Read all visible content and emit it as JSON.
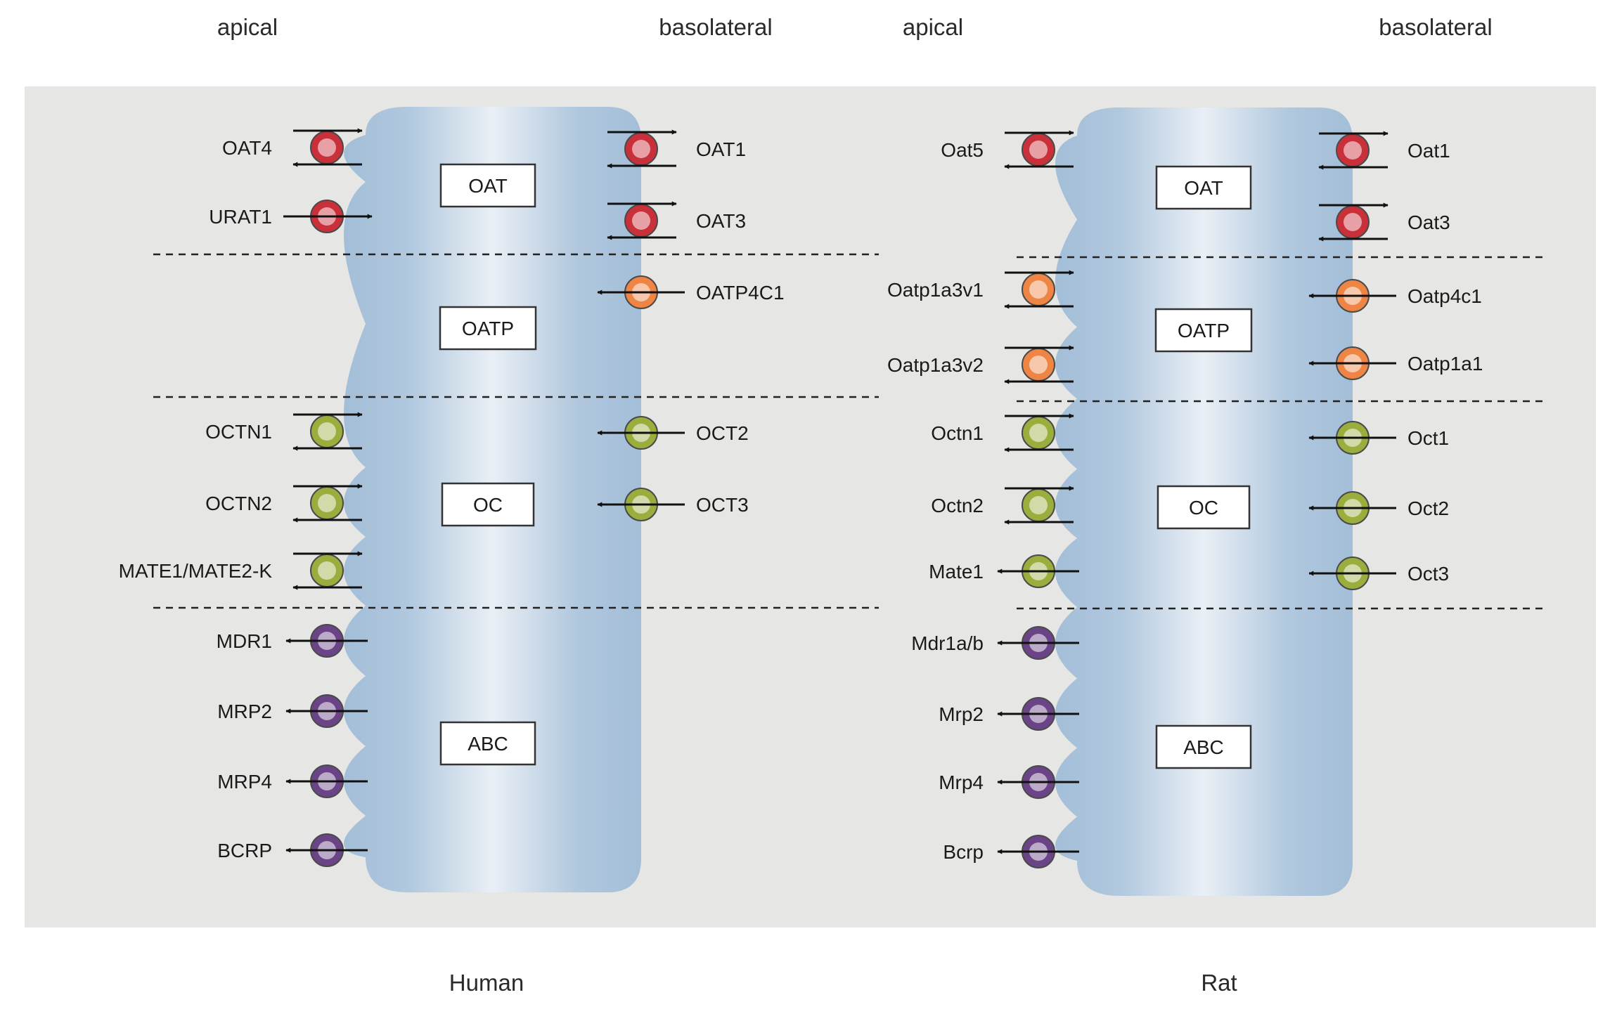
{
  "header": {
    "human_apical": "apical",
    "human_basolateral": "basolateral",
    "rat_apical": "apical",
    "rat_basolateral": "basolateral"
  },
  "footer": {
    "human": "Human",
    "rat": "Rat"
  },
  "colors": {
    "panel_bg": "#e6e6e4",
    "cell": "#a3bed8",
    "cell_light": "#e9eff5",
    "oat": "#c9303a",
    "oatp": "#ee8545",
    "oc": "#9aae3e",
    "abc": "#6a4487"
  },
  "cells": [
    {
      "name": "human",
      "families": [
        {
          "key": "oat",
          "label": "OAT"
        },
        {
          "key": "oatp",
          "label": "OATP"
        },
        {
          "key": "oc",
          "label": "OC"
        },
        {
          "key": "abc",
          "label": "ABC"
        }
      ],
      "apical": [
        {
          "label": "OAT4",
          "family": "oat",
          "flow": "both"
        },
        {
          "label": "URAT1",
          "family": "oat",
          "flow": "in"
        },
        {
          "label": "OCTN1",
          "family": "oc",
          "flow": "both"
        },
        {
          "label": "OCTN2",
          "family": "oc",
          "flow": "both"
        },
        {
          "label": "MATE1/MATE2-K",
          "family": "oc",
          "flow": "both"
        },
        {
          "label": "MDR1",
          "family": "abc",
          "flow": "out"
        },
        {
          "label": "MRP2",
          "family": "abc",
          "flow": "out"
        },
        {
          "label": "MRP4",
          "family": "abc",
          "flow": "out"
        },
        {
          "label": "BCRP",
          "family": "abc",
          "flow": "out"
        }
      ],
      "basolateral": [
        {
          "label": "OAT1",
          "family": "oat",
          "flow": "both"
        },
        {
          "label": "OAT3",
          "family": "oat",
          "flow": "both"
        },
        {
          "label": "OATP4C1",
          "family": "oatp",
          "flow": "in"
        },
        {
          "label": "OCT2",
          "family": "oc",
          "flow": "in"
        },
        {
          "label": "OCT3",
          "family": "oc",
          "flow": "in"
        }
      ]
    },
    {
      "name": "rat",
      "families": [
        {
          "key": "oat",
          "label": "OAT"
        },
        {
          "key": "oatp",
          "label": "OATP"
        },
        {
          "key": "oc",
          "label": "OC"
        },
        {
          "key": "abc",
          "label": "ABC"
        }
      ],
      "apical": [
        {
          "label": "Oat5",
          "family": "oat",
          "flow": "both"
        },
        {
          "label": "Oatp1a3v1",
          "family": "oatp",
          "flow": "both"
        },
        {
          "label": "Oatp1a3v2",
          "family": "oatp",
          "flow": "both"
        },
        {
          "label": "Octn1",
          "family": "oc",
          "flow": "both"
        },
        {
          "label": "Octn2",
          "family": "oc",
          "flow": "both"
        },
        {
          "label": "Mate1",
          "family": "oc",
          "flow": "out"
        },
        {
          "label": "Mdr1a/b",
          "family": "abc",
          "flow": "out"
        },
        {
          "label": "Mrp2",
          "family": "abc",
          "flow": "out"
        },
        {
          "label": "Mrp4",
          "family": "abc",
          "flow": "out"
        },
        {
          "label": "Bcrp",
          "family": "abc",
          "flow": "out"
        }
      ],
      "basolateral": [
        {
          "label": "Oat1",
          "family": "oat",
          "flow": "both"
        },
        {
          "label": "Oat3",
          "family": "oat",
          "flow": "both"
        },
        {
          "label": "Oatp4c1",
          "family": "oatp",
          "flow": "in"
        },
        {
          "label": "Oatp1a1",
          "family": "oatp",
          "flow": "in"
        },
        {
          "label": "Oct1",
          "family": "oc",
          "flow": "in"
        },
        {
          "label": "Oct2",
          "family": "oc",
          "flow": "in"
        },
        {
          "label": "Oct3",
          "family": "oc",
          "flow": "in"
        }
      ]
    }
  ]
}
